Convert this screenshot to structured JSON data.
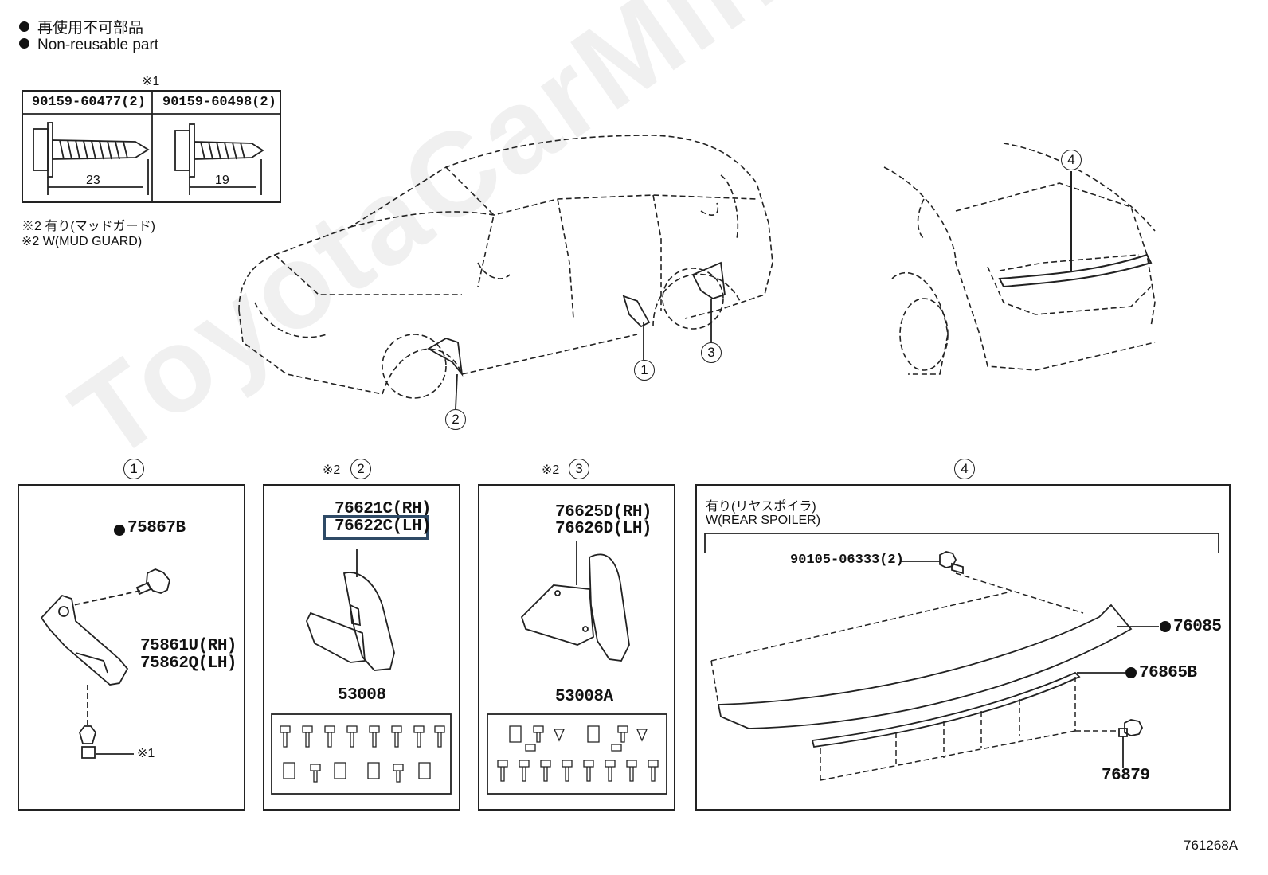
{
  "legend": {
    "jp": "再使用不可部品",
    "en": "Non-reusable part"
  },
  "bolt_table": {
    "mark": "※1",
    "col1_part": "90159-60477(2)",
    "col1_length": "23",
    "col2_part": "90159-60498(2)",
    "col2_length": "19"
  },
  "note2": {
    "jp": "※2 有り(マッドガード)",
    "en": "※2 W(MUD GUARD)"
  },
  "callouts": {
    "c1": "1",
    "c2": "2",
    "c3": "3",
    "c4": "4"
  },
  "panel1": {
    "header": "1",
    "part_clip": "75867B",
    "part_rh": "75861U(RH)",
    "part_lh": "75862Q(LH)",
    "screw_mark": "※1"
  },
  "panel2": {
    "mark": "※2",
    "header": "2",
    "part_rh": "76621C(RH)",
    "part_lh": "76622C(LH)",
    "kit": "53008"
  },
  "panel3": {
    "mark": "※2",
    "header": "3",
    "part_rh": "76625D(RH)",
    "part_lh": "76626D(LH)",
    "kit": "53008A"
  },
  "panel4": {
    "header": "4",
    "cond_jp": "有り(リヤスポイラ)",
    "cond_en": "W(REAR SPOILER)",
    "bolt": "90105-06333(2)",
    "spoiler": "76085",
    "seal": "76865B",
    "clip": "76879"
  },
  "figure_id": "761268A",
  "watermark": "ToyotaCarMine.ru",
  "colors": {
    "line": "#222222",
    "highlight": "#2e4a66"
  }
}
